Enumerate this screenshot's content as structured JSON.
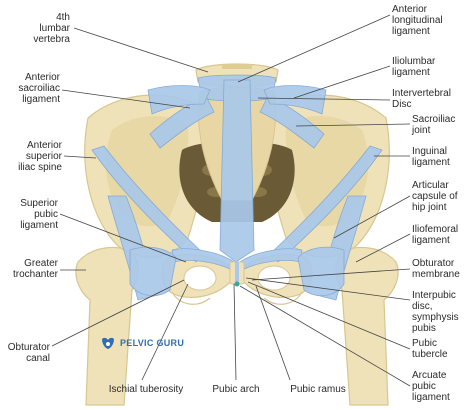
{
  "labels": {
    "lumbar_vertebra": "4th\nlumbar\nvertebra",
    "anterior_sacroiliac": "Anterior\nsacroiliac\nligament",
    "anterior_superior_iliac_spine": "Anterior\nsuperior\niliac spine",
    "superior_pubic_ligament": "Superior\npubic\nligament",
    "greater_trochanter": "Greater\ntrochanter",
    "obturator_canal": "Obturator\ncanal",
    "ischial_tuberosity": "Ischial tuberosity",
    "pubic_arch": "Pubic arch",
    "pubic_ramus": "Pubic ramus",
    "anterior_longitudinal": "Anterior\nlongitudinal\nligament",
    "iliolumbar": "Iliolumbar\nligament",
    "intervertebral_disc": "Intervertebral\nDisc",
    "sacroiliac_joint": "Sacroiliac\njoint",
    "inguinal": "Inguinal\nligament",
    "articular_capsule": "Articular\ncapsule of\nhip joint",
    "iliofemoral": "Iliofemoral\nligament",
    "obturator_membrane": "Obturator\nmembrane",
    "interpubic_disc": "Interpubic\ndisc,\nsymphysis\npubis",
    "pubic_tubercle": "Pubic\ntubercle",
    "arcuate_pubic": "Arcuate\npubic\nligament"
  },
  "logo": {
    "text": "PELVIC GURU"
  },
  "colors": {
    "bone": "#efe2b8",
    "bone_shade": "#d9c68f",
    "ligament": "#a9c8ea",
    "ligament_line": "#7fa6d6",
    "cavity": "#6b5a36",
    "leader": "#444444"
  }
}
